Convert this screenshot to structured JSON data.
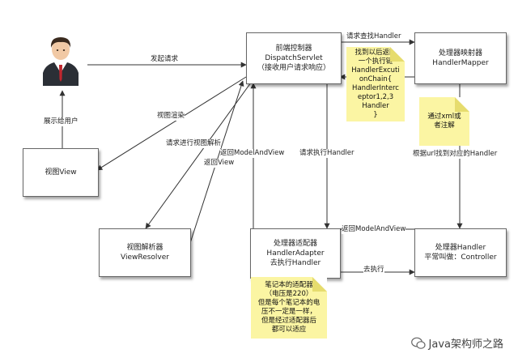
{
  "nodes": {
    "dispatcher": [
      "前端控制器",
      "DispatchServlet",
      "（接收用户请求响应）"
    ],
    "handler_mapper": [
      "处理器映射器",
      "HandlerMapper"
    ],
    "view": [
      "视图View"
    ],
    "view_resolver": [
      "视图解析器",
      "ViewResolver"
    ],
    "handler_adapter": [
      "处理器适配器",
      "HandlerAdapter",
      "去执行Handler"
    ],
    "handler": [
      "处理器Handler",
      "平常叫做：Controller"
    ]
  },
  "notes": {
    "chain": [
      "找到以后返回",
      "一个执行链",
      "HandlerExcuti",
      "onChain{",
      "HandlerInterc",
      "eptor1,2,3",
      "Handler",
      "}"
    ],
    "xml": [
      "通过xml或",
      "者注解"
    ],
    "adapter": [
      "笔记本的适配器",
      "（电压是220）",
      "但是每个笔记本的电",
      "压不一定是一样，",
      "但是经过适配器后",
      "都可以适应"
    ]
  },
  "edges": {
    "send_request": "发起请求",
    "request_handler": "请求查找Handler",
    "show_user": "展示给用户",
    "view_render": "视图渲染",
    "request_view_resolve": "请求进行视图解析",
    "return_view": "返回View",
    "return_mav_1": "返回ModelAndView",
    "request_exec": "请求执行Handler",
    "find_by_url": "根据url找到对应的Handler",
    "return_mav_2": "返回ModelAndView",
    "go_exec": "去执行"
  },
  "watermark": "Java架构师之路",
  "colors": {
    "note_fill": "#fbf5a3",
    "line": "#333333"
  }
}
